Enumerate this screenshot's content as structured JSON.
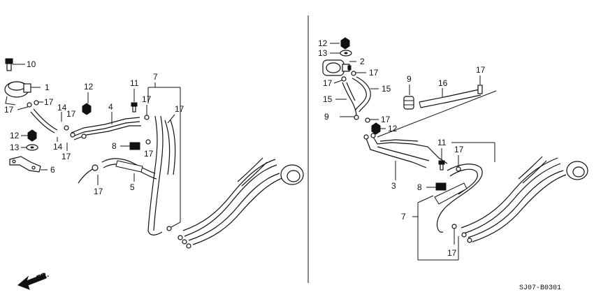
{
  "diagram": {
    "code": "SJ07-B0301",
    "direction_label": "FR.",
    "left": {
      "labels": [
        "10",
        "1",
        "17",
        "17",
        "14",
        "17",
        "4",
        "12",
        "11",
        "17",
        "7",
        "17",
        "12",
        "13",
        "14",
        "17",
        "8",
        "17",
        "6",
        "17",
        "5"
      ]
    },
    "right": {
      "labels": [
        "12",
        "13",
        "2",
        "17",
        "9",
        "16",
        "17",
        "15",
        "15",
        "17",
        "17",
        "12",
        "11",
        "17",
        "3",
        "8",
        "7",
        "17"
      ]
    }
  }
}
